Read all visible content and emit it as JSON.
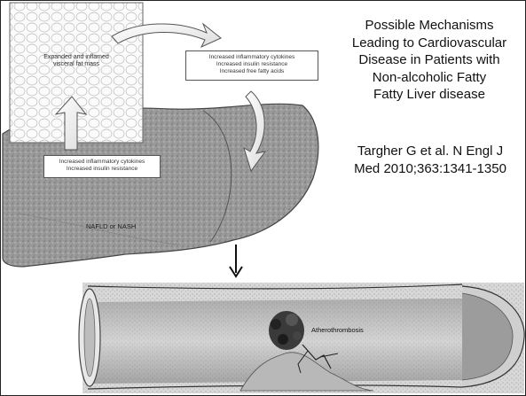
{
  "title": {
    "lines": [
      "Possible Mechanisms",
      "Leading to Cardiovascular",
      "Disease in Patients with",
      "Non-alcoholic Fatty",
      "Fatty Liver disease"
    ]
  },
  "citation": {
    "lines": [
      "Targher G et al. N Engl J",
      "Med 2010;363:1341-1350"
    ]
  },
  "figure": {
    "fat_mass_label": [
      "Expanded and inflamed",
      "visceral fat mass"
    ],
    "cytokines_box_top": [
      "Increased inflammatory cytokines",
      "Increased insulin resistance",
      "Increased free fatty acids"
    ],
    "cytokines_box_bottom": [
      "Increased inflammatory cytokines",
      "Increased insulin resistance"
    ],
    "liver_label": "NAFLD or NASH",
    "artery_label": "Atherothrombosis"
  }
}
